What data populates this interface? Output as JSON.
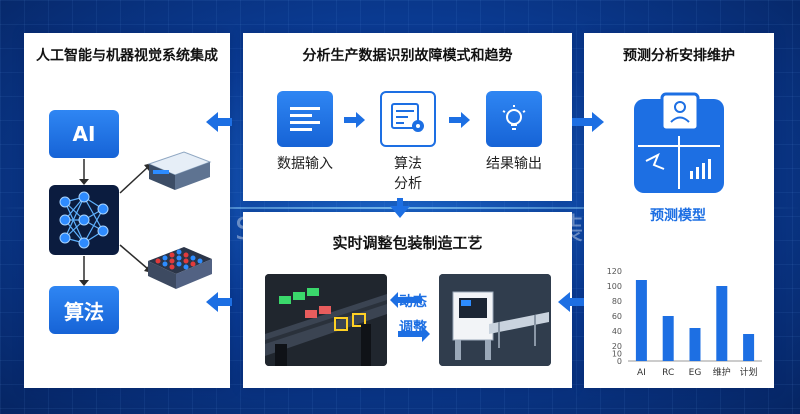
{
  "panels": {
    "left_title": "人工智能与机器视觉系统集成",
    "center_top_title": "分析生产数据识别故障模式和趋势",
    "right_title": "预测分析安排维护",
    "center_bottom_title": "实时调整包装制造工艺"
  },
  "left": {
    "ai_label": "AI",
    "algo_label": "算法"
  },
  "flow": {
    "step1": "数据输入",
    "step2_line1": "算法",
    "step2_line2": "分析",
    "step3": "结果输出"
  },
  "dynamic": {
    "line1": "动态",
    "line2": "调整"
  },
  "watermark": "SPEEDPACK 巨腾德包装设备",
  "chart_title": "预测模型",
  "colors": {
    "accent": "#1d6fe3",
    "bg_dark": "#062563"
  },
  "chart_data": {
    "type": "bar",
    "categories": [
      "AI",
      "RC",
      "EG",
      "维护",
      "计划"
    ],
    "values": [
      108,
      60,
      44,
      100,
      36
    ],
    "ylim": [
      0,
      120
    ],
    "yticks": [
      0,
      10,
      20,
      40,
      60,
      80,
      100,
      120
    ],
    "title": "预测模型",
    "xlabel": "",
    "ylabel": "",
    "grid": false
  }
}
